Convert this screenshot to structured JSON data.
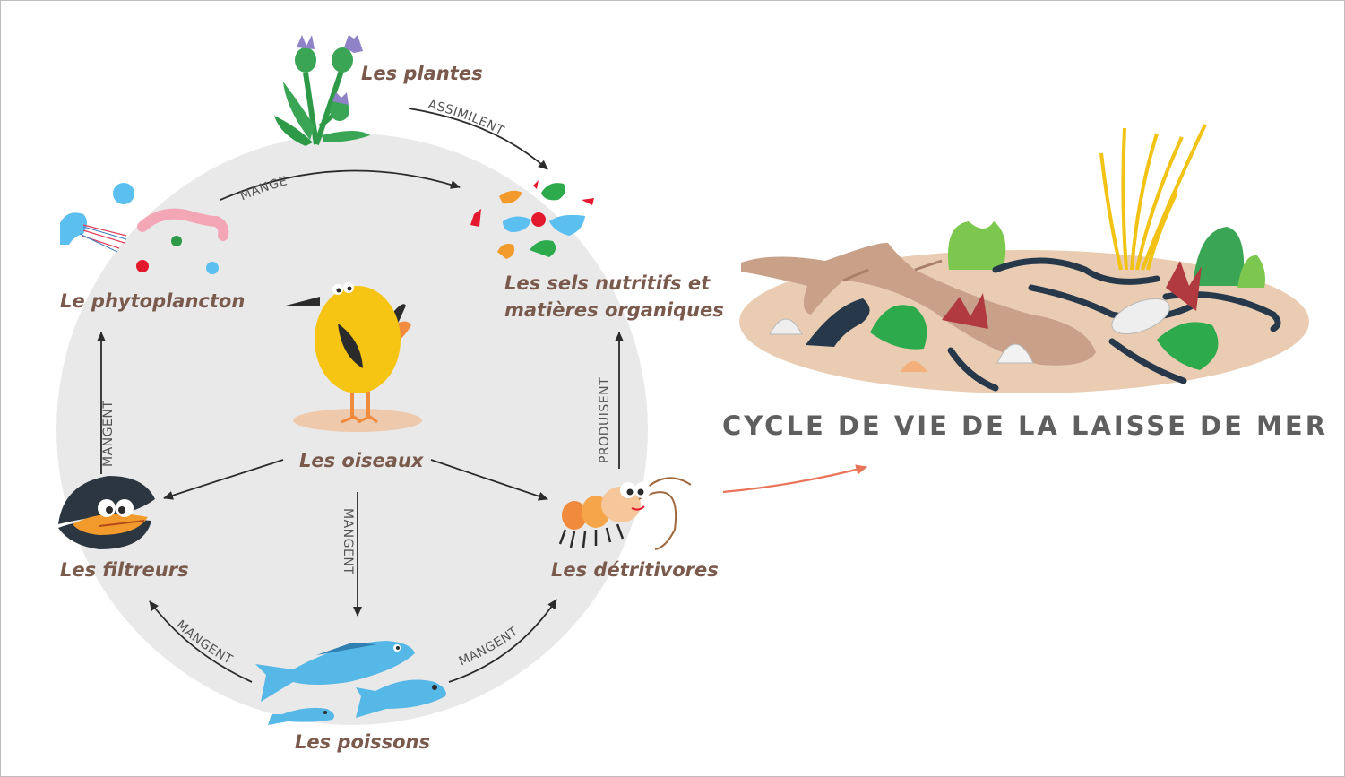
{
  "title": "CYCLE DE VIE DE LA LAISSE DE MER",
  "nodes": {
    "plantes": "Les plantes",
    "sels_line1": "Les sels nutritifs et",
    "sels_line2": "matières organiques",
    "phytoplancton": "Le phytoplancton",
    "oiseaux": "Les oiseaux",
    "filtreurs": "Les filtreurs",
    "detritivores": "Les détritivores",
    "poissons": "Les poissons"
  },
  "arrows": {
    "assimilent": "ASSIMILENT",
    "mange": "MANGE",
    "mangent_left": "MANGENT",
    "produisent": "PRODUISENT",
    "mangent_center": "MANGENT",
    "mangent_bottom_left": "MANGENT",
    "mangent_bottom_right": "MANGENT"
  },
  "colors": {
    "circle": "#e9e9ea",
    "label": "#7a5a4c",
    "arrow": "#2b2b2b",
    "accent_arrow": "#e8745a",
    "sand": "#e9ccb2",
    "bird": "#f6c412",
    "fish": "#56b8e6"
  },
  "icons": [
    "plant-icon",
    "nutrients-icon",
    "plankton-icon",
    "bird-icon",
    "mussel-icon",
    "shrimp-icon",
    "fish-icon",
    "seawrack-icon"
  ]
}
